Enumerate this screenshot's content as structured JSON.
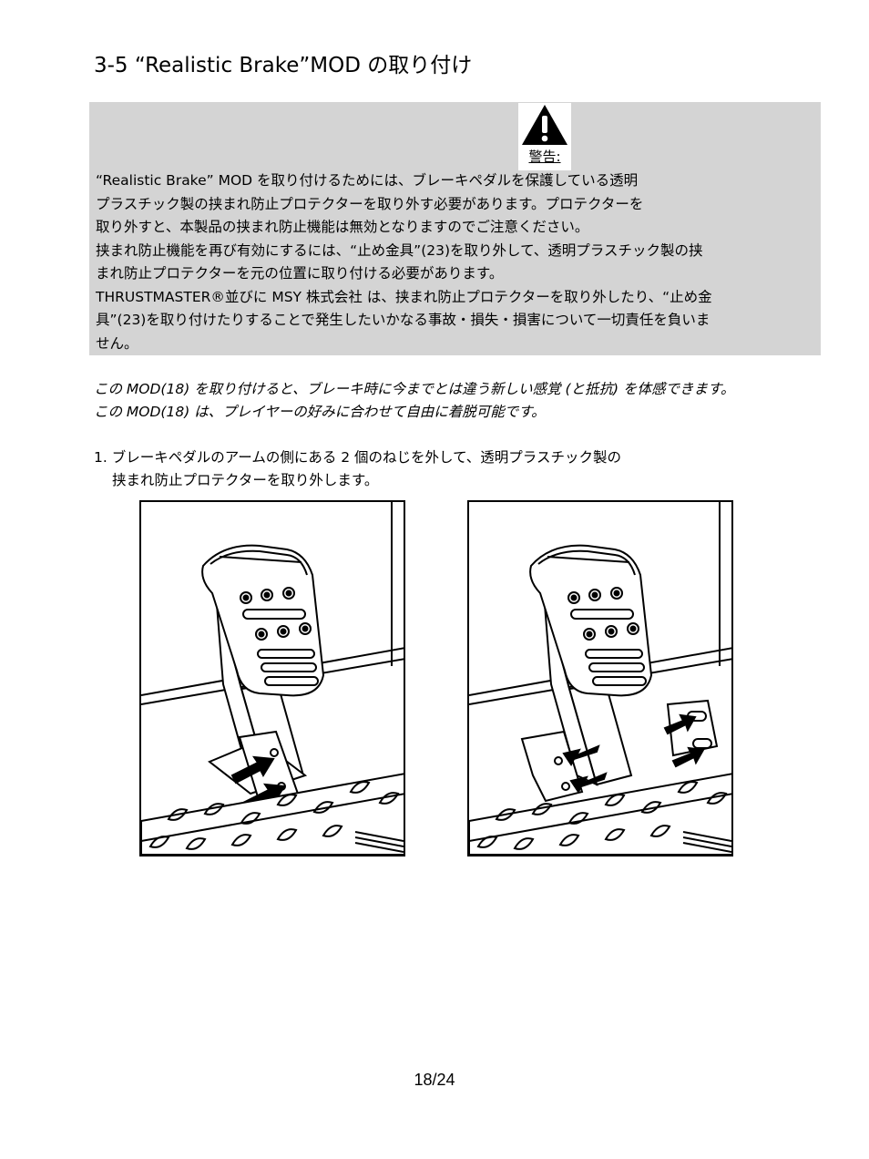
{
  "section": {
    "title": "3-5 “Realistic Brake”MOD の取り付け"
  },
  "warning": {
    "icon": "warning-triangle-icon",
    "label": "警告:",
    "lines": [
      "“Realistic Brake” MOD を取り付けるためには、ブレーキペダルを保護している透明",
      "プラスチック製の挟まれ防止プロテクターを取り外す必要があります。プロテクターを",
      "取り外すと、本製品の挟まれ防止機能は無効となりますのでご注意ください。",
      "挟まれ防止機能を再び有効にするには、“止め金具”(23)を取り外して、透明プラスチック製の挟",
      "まれ防止プロテクターを元の位置に取り付ける必要があります。",
      "THRUSTMASTER®並びに MSY 株式会社 は、挟まれ防止プロテクターを取り外したり、“止め金",
      "具”(23)を取り付けたりすることで発生したいかなる事故・損失・損害について一切責任を負いま",
      "せん。"
    ]
  },
  "intro": {
    "lines": [
      "この MOD(18) を取り付けると、ブレーキ時に今までとは違う新しい感覚 (と抵抗) を体感できます。",
      "この MOD(18) は、プレイヤーの好みに合わせて自由に着脱可能です。"
    ]
  },
  "step1": {
    "lines": [
      "1. ブレーキペダルのアームの側にある 2 個のねじを外して、透明プラスチック製の",
      "   挟まれ防止プロテクターを取り外します。"
    ]
  },
  "figures": [
    {
      "name": "pedal-protector-attached-illustration"
    },
    {
      "name": "pedal-protector-removed-illustration"
    }
  ],
  "footer": {
    "page_number": "18/24"
  }
}
